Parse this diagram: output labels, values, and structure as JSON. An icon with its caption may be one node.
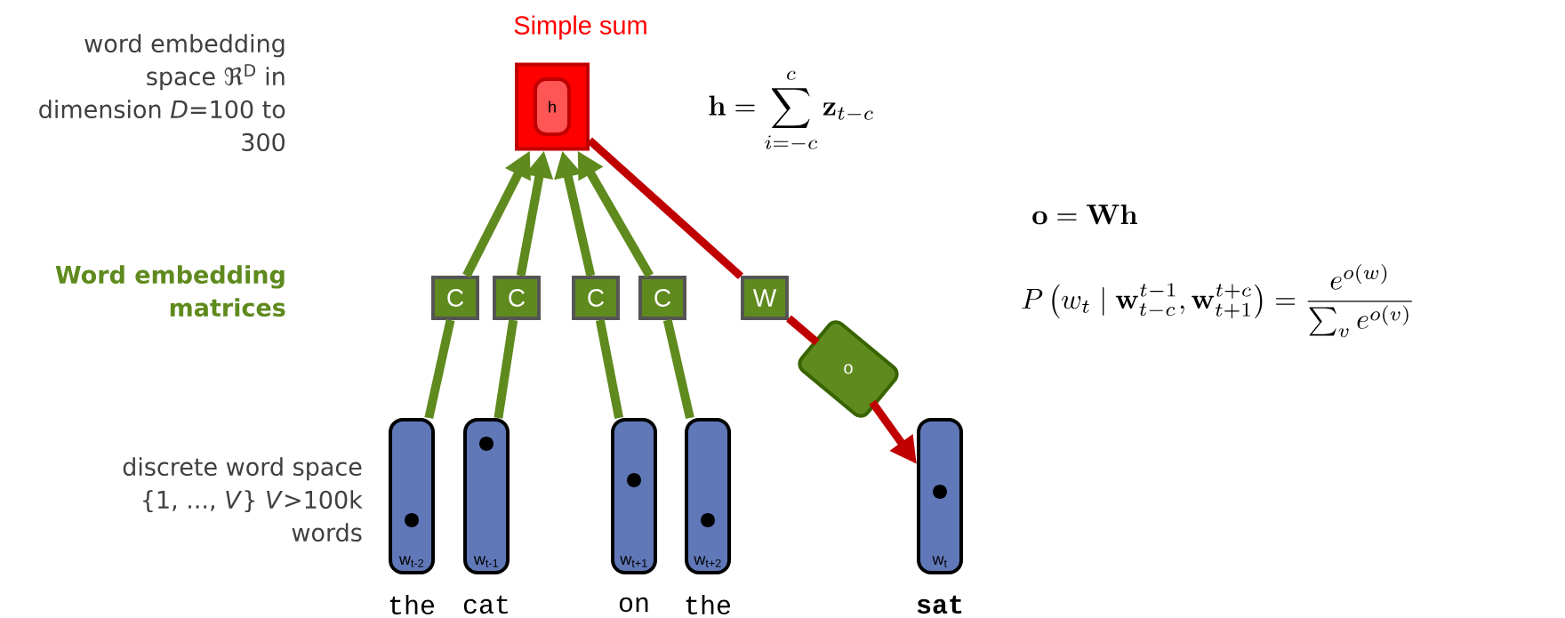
{
  "diagram": {
    "nodes": [
      {
        "text": [
          "h"
        ],
        "beside": [
          "Simple sum"
        ]
      },
      {
        "text": [
          "C"
        ]
      },
      {
        "text": [
          "C"
        ]
      },
      {
        "text": [
          "C"
        ]
      },
      {
        "text": [
          "C"
        ]
      },
      {
        "text": [
          "W"
        ]
      },
      {
        "text": [
          "o"
        ]
      },
      {
        "text": [
          "w$_{t-2}$"
        ],
        "beside": [
          "the"
        ]
      },
      {
        "text": [
          "w$_{t-1}$"
        ],
        "beside": [
          "cat"
        ]
      },
      {
        "text": [
          "w$_{t+1}$"
        ],
        "beside": [
          "on"
        ]
      },
      {
        "text": [
          "w$_{t+2}$"
        ],
        "beside": [
          "the"
        ]
      },
      {
        "text": [
          "w$_{t}$"
        ],
        "beside": [
          "sat"
        ]
      }
    ],
    "edges": [
      {
        "from": 7,
        "to": 1,
        "arrow": "none"
      },
      {
        "from": 8,
        "to": 2,
        "arrow": "none"
      },
      {
        "from": 9,
        "to": 3,
        "arrow": "none"
      },
      {
        "from": 10,
        "to": 4,
        "arrow": "none"
      },
      {
        "from": 1,
        "to": 0,
        "arrow": "to"
      },
      {
        "from": 2,
        "to": 0,
        "arrow": "to"
      },
      {
        "from": 3,
        "to": 0,
        "arrow": "to"
      },
      {
        "from": 4,
        "to": 0,
        "arrow": "to"
      },
      {
        "from": 0,
        "to": 5,
        "arrow": "none",
        "color": "#c00000"
      },
      {
        "from": 5,
        "to": 6,
        "arrow": "none",
        "color": "#c00000"
      },
      {
        "from": 6,
        "to": 11,
        "arrow": "to",
        "color": "#c00000"
      }
    ],
    "labels": [
      "word embedding space ℜ$^{D}$ in dimension *D*=100 to 300",
      "\\mathbf{h}=\\sum_{i=-c}^{c}\\mathbf{z}_{t-c}",
      "Word embedding matrices",
      "\\mathbf{o}=\\mathbf{W}\\mathbf{h}",
      "P\\left(w_t\\mid\\mathbf{w}_{t-c}^{t-1},\\mathbf{w}_{t+1}^{t+c}\\right)=\\frac{e^{o(w)}}{\\sum_{v}e^{o(v)}}",
      "discrete word space {1, ..., *V*} *V*>100k words"
    ]
  }
}
